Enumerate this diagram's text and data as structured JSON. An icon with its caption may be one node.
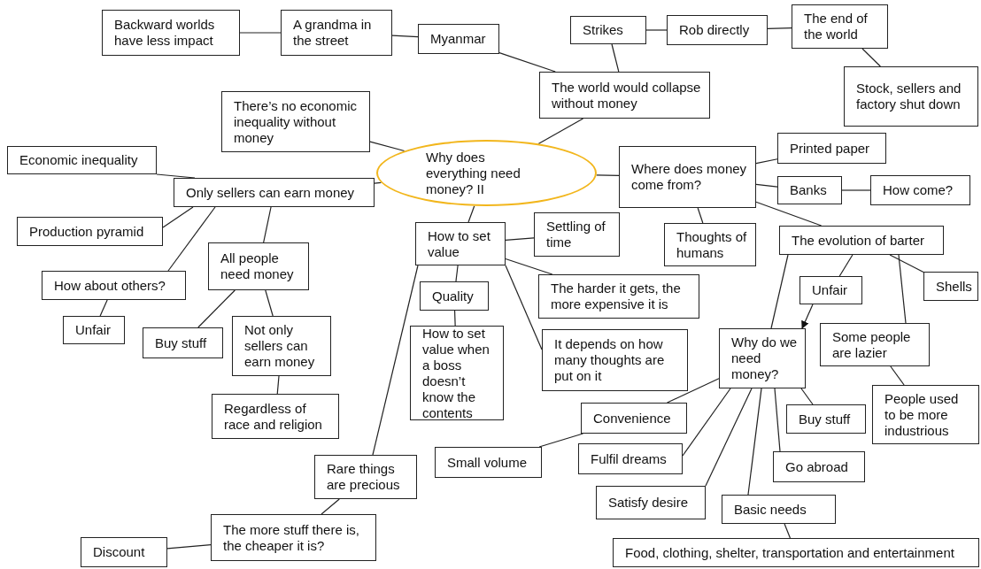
{
  "diagram": {
    "nodes": [
      {
        "text": [
          "Backward worlds have less impact"
        ]
      },
      {
        "text": [
          "A grandma in the street"
        ]
      },
      {
        "text": [
          "Myanmar"
        ]
      },
      {
        "text": [
          "Strikes"
        ]
      },
      {
        "text": [
          "Rob directly"
        ]
      },
      {
        "text": [
          "The end of the world"
        ]
      },
      {
        "text": [
          "Stock, sellers and factory shut down"
        ]
      },
      {
        "text": [
          "The world would collapse without money"
        ]
      },
      {
        "text": [
          "There’s no economic inequality without money"
        ]
      },
      {
        "text": [
          "Why does everything need money? II"
        ]
      },
      {
        "text": [
          "Economic inequality"
        ]
      },
      {
        "text": [
          "Only sellers can earn money"
        ]
      },
      {
        "text": [
          "Production pyramid"
        ]
      },
      {
        "text": [
          "How about others?"
        ]
      },
      {
        "text": [
          "All people need money"
        ]
      },
      {
        "text": [
          "Unfair"
        ]
      },
      {
        "text": [
          "Buy stuff"
        ]
      },
      {
        "text": [
          "Not only sellers can earn money"
        ]
      },
      {
        "text": [
          "Regardless of race and religion"
        ]
      },
      {
        "text": [
          "How to set value"
        ]
      },
      {
        "text": [
          "Settling of time"
        ]
      },
      {
        "text": [
          "Quality"
        ]
      },
      {
        "text": [
          "How to set value when a boss doesn’t know the contents"
        ]
      },
      {
        "text": [
          "The harder it gets, the more expensive it is"
        ]
      },
      {
        "text": [
          "It depends on how many thoughts are put on it"
        ]
      },
      {
        "text": [
          "Where does money come from?"
        ]
      },
      {
        "text": [
          "Printed paper"
        ]
      },
      {
        "text": [
          "Banks"
        ]
      },
      {
        "text": [
          "How come?"
        ]
      },
      {
        "text": [
          "Thoughts of humans"
        ]
      },
      {
        "text": [
          "The evolution of barter"
        ]
      },
      {
        "text": [
          "Unfair"
        ]
      },
      {
        "text": [
          "Shells"
        ]
      },
      {
        "text": [
          "Why do we need money?"
        ]
      },
      {
        "text": [
          "Some people are lazier"
        ]
      },
      {
        "text": [
          "People used to be more industrious"
        ]
      },
      {
        "text": [
          "Convenience"
        ]
      },
      {
        "text": [
          "Small volume"
        ]
      },
      {
        "text": [
          "Fulfil dreams"
        ]
      },
      {
        "text": [
          "Buy stuff"
        ]
      },
      {
        "text": [
          "Go abroad"
        ]
      },
      {
        "text": [
          "Satisfy desire"
        ]
      },
      {
        "text": [
          "Basic needs"
        ]
      },
      {
        "text": [
          "Food, clothing, shelter, transportation and entertainment"
        ]
      },
      {
        "text": [
          "Rare things are precious"
        ]
      },
      {
        "text": [
          "The more stuff there is, the cheaper it is?"
        ]
      },
      {
        "text": [
          "Discount"
        ]
      }
    ],
    "edges": [
      {
        "from": 0,
        "to": 1,
        "arrow": "none"
      },
      {
        "from": 1,
        "to": 2,
        "arrow": "none"
      },
      {
        "from": 2,
        "to": 7,
        "arrow": "none"
      },
      {
        "from": 7,
        "to": 3,
        "arrow": "none"
      },
      {
        "from": 3,
        "to": 4,
        "arrow": "none"
      },
      {
        "from": 4,
        "to": 5,
        "arrow": "none"
      },
      {
        "from": 5,
        "to": 6,
        "arrow": "none"
      },
      {
        "from": 7,
        "to": 9,
        "arrow": "none"
      },
      {
        "from": 8,
        "to": 9,
        "arrow": "none"
      },
      {
        "from": 11,
        "to": 9,
        "arrow": "none"
      },
      {
        "from": 10,
        "to": 11,
        "arrow": "none"
      },
      {
        "from": 12,
        "to": 11,
        "arrow": "none"
      },
      {
        "from": 13,
        "to": 11,
        "arrow": "none"
      },
      {
        "from": 14,
        "to": 11,
        "arrow": "none"
      },
      {
        "from": 13,
        "to": 15,
        "arrow": "none"
      },
      {
        "from": 14,
        "to": 16,
        "arrow": "none"
      },
      {
        "from": 14,
        "to": 17,
        "arrow": "none"
      },
      {
        "from": 17,
        "to": 18,
        "arrow": "none"
      },
      {
        "from": 9,
        "to": 19,
        "arrow": "none"
      },
      {
        "from": 19,
        "to": 20,
        "arrow": "none"
      },
      {
        "from": 19,
        "to": 21,
        "arrow": "none"
      },
      {
        "from": 21,
        "to": 22,
        "arrow": "none"
      },
      {
        "from": 19,
        "to": 23,
        "arrow": "none"
      },
      {
        "from": 19,
        "to": 24,
        "arrow": "none"
      },
      {
        "from": 19,
        "to": 44,
        "arrow": "none"
      },
      {
        "from": 44,
        "to": 45,
        "arrow": "none"
      },
      {
        "from": 45,
        "to": 46,
        "arrow": "none"
      },
      {
        "from": 9,
        "to": 25,
        "arrow": "none"
      },
      {
        "from": 25,
        "to": 26,
        "arrow": "none"
      },
      {
        "from": 25,
        "to": 27,
        "arrow": "none"
      },
      {
        "from": 27,
        "to": 28,
        "arrow": "none"
      },
      {
        "from": 25,
        "to": 29,
        "arrow": "none"
      },
      {
        "from": 25,
        "to": 30,
        "arrow": "none"
      },
      {
        "from": 30,
        "to": 33,
        "arrow": "none"
      },
      {
        "from": 30,
        "to": 31,
        "arrow": "none"
      },
      {
        "from": 31,
        "to": 33,
        "arrow": "to"
      },
      {
        "from": 30,
        "to": 34,
        "arrow": "none"
      },
      {
        "from": 30,
        "to": 32,
        "arrow": "none"
      },
      {
        "from": 34,
        "to": 35,
        "arrow": "none"
      },
      {
        "from": 33,
        "to": 36,
        "arrow": "none"
      },
      {
        "from": 36,
        "to": 37,
        "arrow": "none"
      },
      {
        "from": 33,
        "to": 38,
        "arrow": "none"
      },
      {
        "from": 33,
        "to": 41,
        "arrow": "none"
      },
      {
        "from": 33,
        "to": 42,
        "arrow": "none"
      },
      {
        "from": 33,
        "to": 40,
        "arrow": "none"
      },
      {
        "from": 33,
        "to": 39,
        "arrow": "none"
      },
      {
        "from": 42,
        "to": 43,
        "arrow": "none"
      }
    ]
  }
}
